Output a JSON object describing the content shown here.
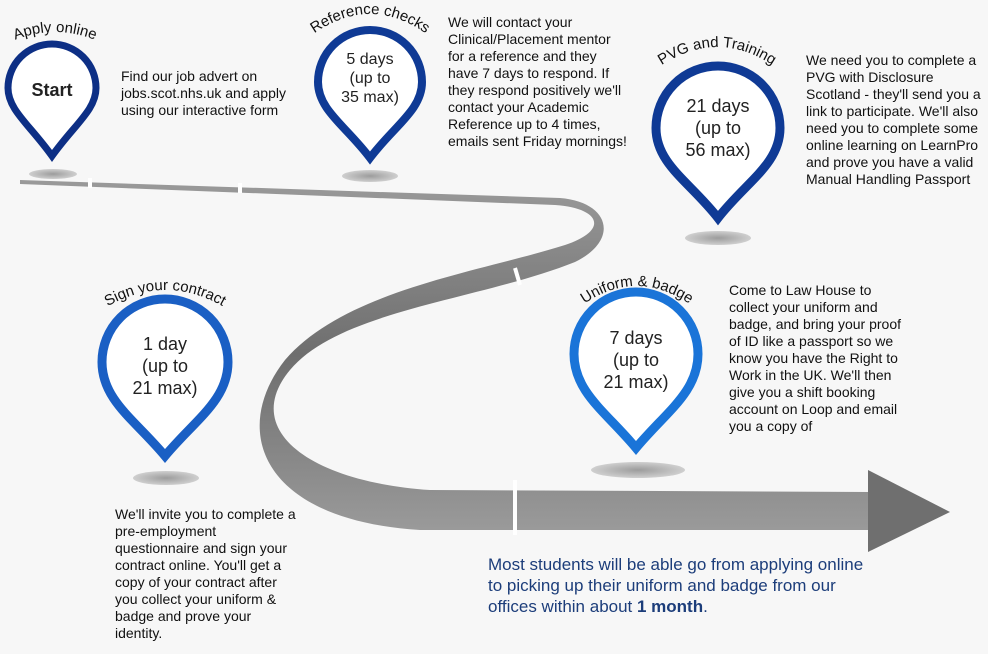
{
  "steps": [
    {
      "title": "Apply online",
      "pin_lines": [
        "Start"
      ],
      "description": "Find our job advert on jobs.scot.nhs.uk and apply using our interactive form"
    },
    {
      "title": "Reference checks",
      "pin_lines": [
        "5 days",
        "(up to",
        "35 max)"
      ],
      "description": "We will contact your Clinical/Placement mentor for a reference and they have 7 days to respond. If they respond positively we'll contact your Academic Reference up to 4 times, emails sent Friday mornings!"
    },
    {
      "title": "PVG and Training",
      "pin_lines": [
        "21 days",
        "(up to",
        "56 max)"
      ],
      "description": "We need you to complete a PVG with Disclosure Scotland - they'll send you a link to participate. We'll also need you to complete some online learning on LearnPro and prove you have a valid Manual Handling Passport"
    },
    {
      "title": "Sign your contract",
      "pin_lines": [
        "1 day",
        "(up to",
        "21 max)"
      ],
      "description": "We'll invite you to complete a pre-employment questionnaire and sign your contract online. You'll get a copy of your contract after you collect your uniform & badge and prove your identity."
    },
    {
      "title": "Uniform & badge",
      "pin_lines": [
        "7 days",
        "(up to",
        "21 max)"
      ],
      "description": "Come to Law House to collect your uniform and badge, and bring your proof of ID like a passport so we know you have the Right to Work in the UK. We'll then give you a shift booking account on Loop and email you a copy of"
    }
  ],
  "summary": {
    "text": "Most students will be able go from applying online to picking up their uniform and badge from our offices within about ",
    "emphasis": "1 month",
    "end": "."
  },
  "colors": {
    "pin_dark": "#0a2a7a",
    "pin_light": "#1a74d8",
    "road": "#8a8a8a",
    "summary": "#1c3d7a"
  }
}
